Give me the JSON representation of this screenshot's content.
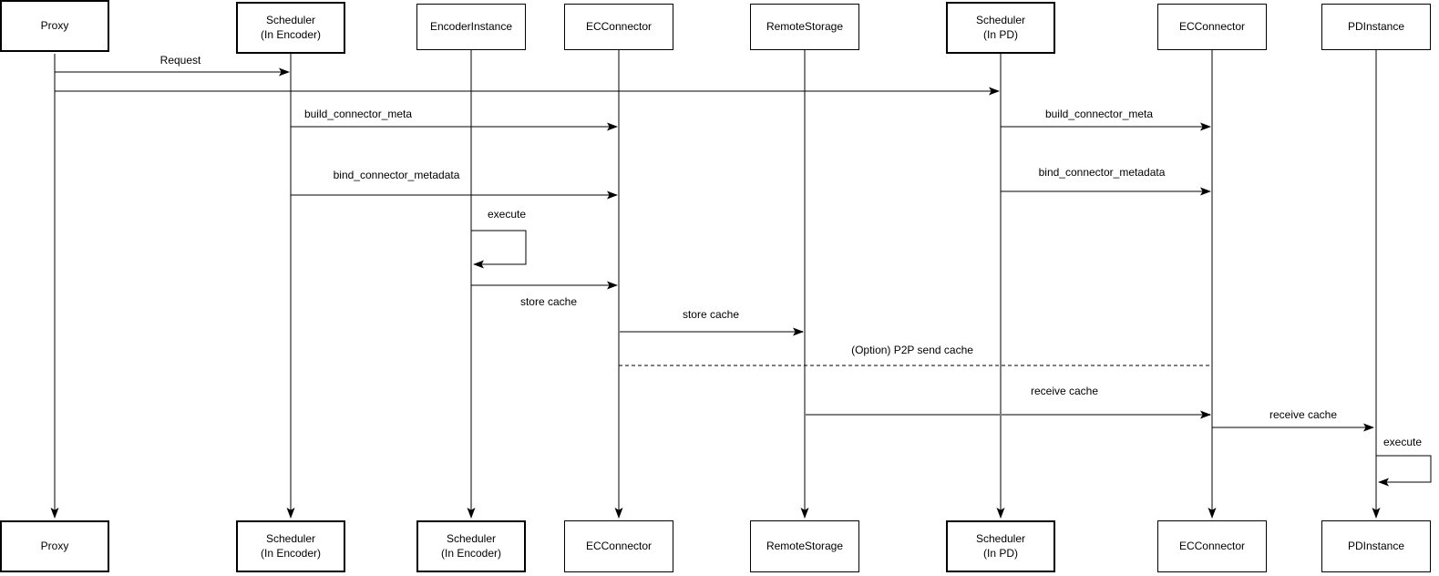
{
  "diagram": {
    "type": "sequence-diagram",
    "colors": {
      "background": "#ffffff",
      "stroke": "#000000",
      "text": "#000000",
      "muted_arrow": "#808080"
    },
    "participants": [
      {
        "id": "proxy",
        "top_label": "Proxy",
        "bottom_label": "Proxy"
      },
      {
        "id": "scheduler-encoder",
        "top_label": "Scheduler\n(In Encoder)",
        "bottom_label": "Scheduler\n(In Encoder)"
      },
      {
        "id": "encoder-instance",
        "top_label": "EncoderInstance",
        "bottom_label": "Scheduler\n(In Encoder)"
      },
      {
        "id": "ec-connector-encoder",
        "top_label": "ECConnector",
        "bottom_label": "ECConnector"
      },
      {
        "id": "remote-storage",
        "top_label": "RemoteStorage",
        "bottom_label": "RemoteStorage"
      },
      {
        "id": "scheduler-pd",
        "top_label": "Scheduler\n(In PD)",
        "bottom_label": "Scheduler\n(In PD)"
      },
      {
        "id": "ec-connector-pd",
        "top_label": "ECConnector",
        "bottom_label": "ECConnector"
      },
      {
        "id": "pd-instance",
        "top_label": "PDInstance",
        "bottom_label": "PDInstance"
      }
    ],
    "messages": [
      {
        "label": "Request",
        "from": "Proxy",
        "to": "Scheduler (In Encoder)",
        "line": "solid"
      },
      {
        "label": "",
        "from": "Proxy",
        "to": "Scheduler (In PD)",
        "line": "solid"
      },
      {
        "label": "build_connector_meta",
        "from": "Scheduler (In Encoder)",
        "to": "ECConnector",
        "line": "solid"
      },
      {
        "label": "build_connector_meta",
        "from": "Scheduler (In PD)",
        "to": "ECConnector",
        "line": "solid"
      },
      {
        "label": "bind_connector_metadata",
        "from": "Scheduler (In Encoder)",
        "to": "ECConnector",
        "line": "solid"
      },
      {
        "label": "bind_connector_metadata",
        "from": "Scheduler (In PD)",
        "to": "ECConnector",
        "line": "solid"
      },
      {
        "label": "execute",
        "from": "EncoderInstance",
        "to": "EncoderInstance",
        "line": "self"
      },
      {
        "label": "store cache",
        "from": "EncoderInstance",
        "to": "ECConnector",
        "line": "solid"
      },
      {
        "label": "store cache",
        "from": "ECConnector",
        "to": "RemoteStorage",
        "line": "solid"
      },
      {
        "label": "(Option) P2P send cache",
        "from": "ECConnector",
        "to": "ECConnector (In PD)",
        "line": "dashed"
      },
      {
        "label": "receive cache",
        "from": "RemoteStorage",
        "to": "ECConnector (In PD)",
        "line": "solid"
      },
      {
        "label": "receive cache",
        "from": "ECConnector (In PD)",
        "to": "PDInstance",
        "line": "solid"
      },
      {
        "label": "execute",
        "from": "PDInstance",
        "to": "PDInstance",
        "line": "self"
      }
    ]
  }
}
